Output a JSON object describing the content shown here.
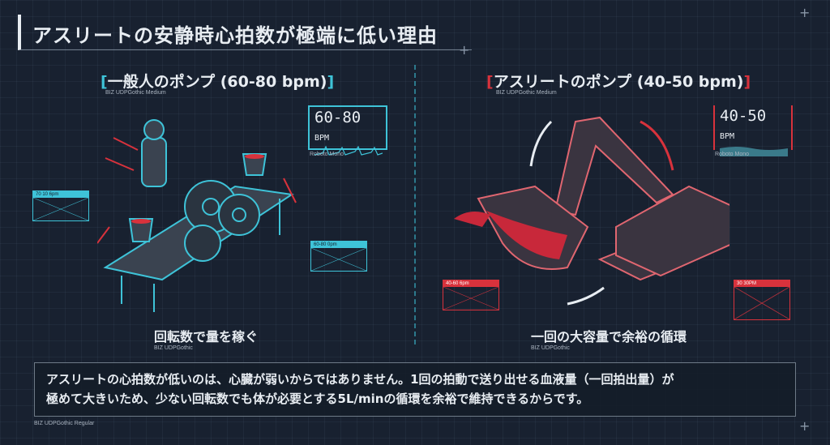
{
  "title": "アスリートの安静時心拍数が極端に低い理由",
  "left": {
    "heading": "一般人のポンプ (60-80 bpm)",
    "font_note": "BIZ UDPGothic Medium",
    "bpm_value": "60-80",
    "bpm_unit": "BPM",
    "bpm_font": "Roboto Mono",
    "label1": "70 10 6pm",
    "label2": "60-80 0pm",
    "caption": "回転数で量を稼ぐ",
    "caption_font": "BIZ UDPGothic"
  },
  "right": {
    "heading": "アスリートのポンプ (40-50 bpm)",
    "font_note": "BIZ UDPGothic Medium",
    "bpm_value": "40-50",
    "bpm_unit": "BPM",
    "bpm_font": "Roboto Mono",
    "label1": "40-60 6pm",
    "label2": "30 30PM",
    "caption": "一回の大容量で余裕の循環",
    "caption_font": "BIZ UDPGothic"
  },
  "summary": {
    "line1": "アスリートの心拍数が低いのは、心臓が弱いからではありません。1回の拍動で送り出せる血液量（一回拍出量）が",
    "line2": "極めて大きいため、少ない回転数でも体が必要とする5L/minの循環を余裕で維持できるからです。",
    "font_note": "BIZ UDPGothic Regular"
  },
  "colors": {
    "cyan": "#3ec3d8",
    "red": "#d8323c",
    "bg": "#182130"
  }
}
